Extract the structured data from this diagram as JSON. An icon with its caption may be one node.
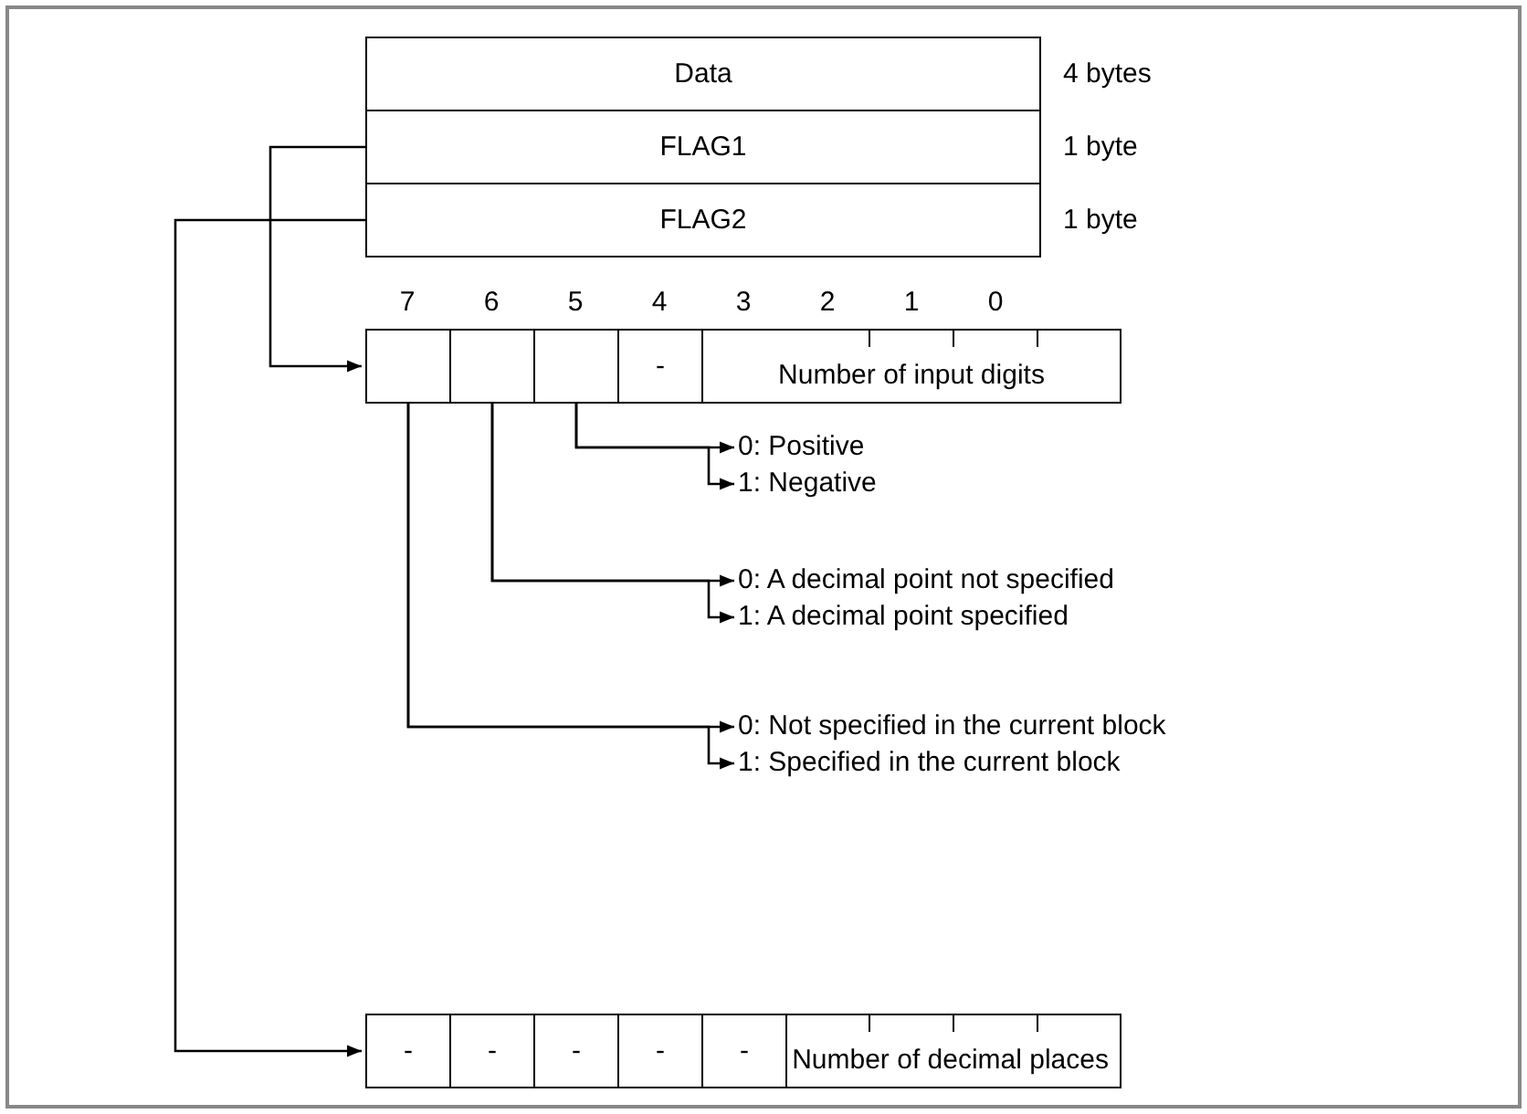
{
  "diagram": {
    "nodes": [
      {
        "text": [
          "Data"
        ],
        "beside": [
          "4 bytes"
        ]
      },
      {
        "text": [
          "FLAG1"
        ],
        "beside": [
          "1 byte"
        ]
      },
      {
        "text": [
          "FLAG2"
        ],
        "beside": [
          "1 byte"
        ]
      },
      {
        "text": [],
        "shape": "box"
      },
      {
        "text": [],
        "shape": "box"
      },
      {
        "text": [],
        "shape": "box"
      },
      {
        "text": [
          "-"
        ]
      },
      {
        "text": [
          "Number of input digits"
        ]
      },
      {
        "text": [
          "0: Positive"
        ]
      },
      {
        "text": [
          "1: Negative"
        ]
      },
      {
        "text": [
          "0: A decimal point not specified"
        ]
      },
      {
        "text": [
          "1: A decimal point specified"
        ]
      },
      {
        "text": [
          "0: Not specified in the current block"
        ]
      },
      {
        "text": [
          "1: Specified in the current block"
        ]
      },
      {
        "text": [
          "-"
        ]
      },
      {
        "text": [
          "-"
        ]
      },
      {
        "text": [
          "-"
        ]
      },
      {
        "text": [
          "-"
        ]
      },
      {
        "text": [
          "-"
        ]
      },
      {
        "text": [
          "Number of decimal places"
        ]
      }
    ],
    "edges": [
      {
        "from": 1,
        "to": 3,
        "arrow": "to"
      },
      {
        "from": 2,
        "to": 14,
        "arrow": "to"
      },
      {
        "from": 5,
        "to": 8,
        "arrow": "to"
      },
      {
        "from": 5,
        "to": 9,
        "arrow": "to"
      },
      {
        "from": 4,
        "to": 10,
        "arrow": "to"
      },
      {
        "from": 4,
        "to": 11,
        "arrow": "to"
      },
      {
        "from": 3,
        "to": 12,
        "arrow": "to"
      },
      {
        "from": 3,
        "to": 13,
        "arrow": "to"
      }
    ],
    "labels": [
      "7",
      "6",
      "5",
      "4",
      "3",
      "2",
      "1",
      "0"
    ]
  }
}
